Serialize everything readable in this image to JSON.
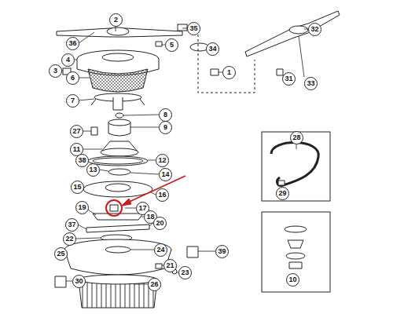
{
  "diagram": {
    "labels": [
      "2",
      "35",
      "36",
      "5",
      "4",
      "3",
      "6",
      "7",
      "8",
      "27",
      "9",
      "11",
      "38",
      "12",
      "13",
      "14",
      "15",
      "16",
      "17",
      "19",
      "18",
      "37",
      "20",
      "22",
      "25",
      "24",
      "21",
      "23",
      "30",
      "26",
      "34",
      "1",
      "32",
      "33",
      "31",
      "28",
      "29",
      "39",
      "10"
    ]
  }
}
